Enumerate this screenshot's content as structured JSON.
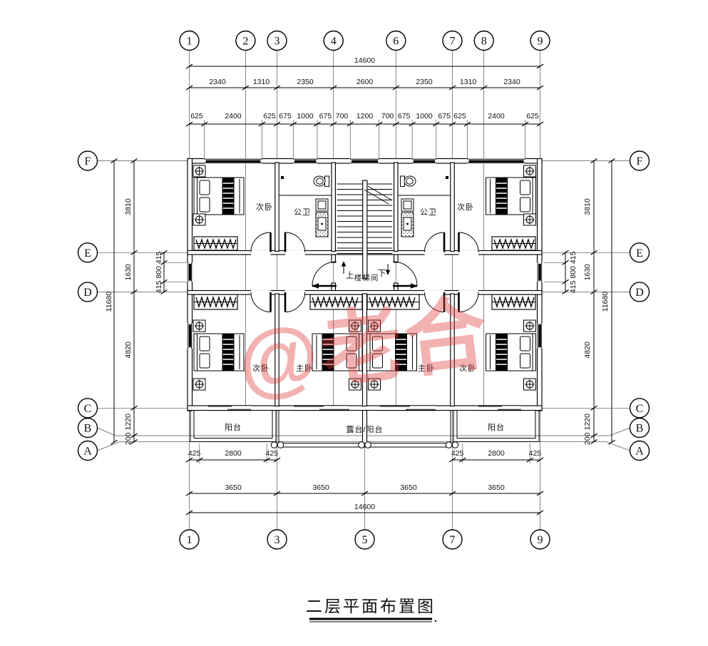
{
  "title": "二层平面布置图",
  "watermark": "@老合",
  "axes": {
    "top": [
      "1",
      "2",
      "3",
      "4",
      "6",
      "7",
      "8",
      "9"
    ],
    "bottom": [
      "1",
      "3",
      "5",
      "7",
      "9"
    ],
    "side": [
      "F",
      "E",
      "D",
      "C",
      "B",
      "A"
    ]
  },
  "dims": {
    "total_width": "14600",
    "top_segments": [
      "2340",
      "1310",
      "2350",
      "2600",
      "2350",
      "1310",
      "2340"
    ],
    "top_detail": [
      "625",
      "2400",
      "625",
      "675",
      "1000",
      "675",
      "700",
      "1200",
      "700",
      "675",
      "1000",
      "675",
      "625",
      "2400",
      "625"
    ],
    "side_total": "11680",
    "side_segments": [
      "3810",
      "1630",
      "4820"
    ],
    "side_lower": [
      "1220",
      "200"
    ],
    "side_window": [
      "415",
      "800",
      "415"
    ],
    "balcony_row": [
      "425",
      "2800",
      "425"
    ],
    "bottom_bays": [
      "3650",
      "3650",
      "3650",
      "3650"
    ],
    "bottom_total": "14600"
  },
  "rooms": {
    "secondary_bedroom": "次卧",
    "master_bedroom": "主卧",
    "bathroom": "公卫",
    "balcony": "阳台",
    "terrace": "露台/阳台"
  },
  "stair": {
    "up": "上",
    "label": "楼梯间",
    "down": "下"
  }
}
